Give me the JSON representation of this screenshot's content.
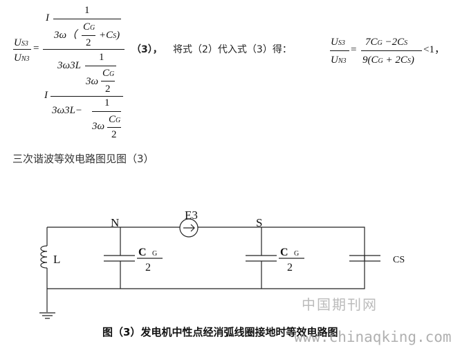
{
  "equation3": {
    "lhs_num": "U",
    "lhs_num_sub": "S3",
    "lhs_den": "U",
    "lhs_den_sub": "N3",
    "equals": "=",
    "n_I": "I",
    "n_one": "1",
    "n_3w": "3ω（",
    "n_C": "C",
    "n_Csub": "G",
    "n_two": "2",
    "n_plus": "+C",
    "n_plus_sub": "S",
    "n_close": ")",
    "d1_3w3L": "3ω3L",
    "d1_one": "1",
    "d1_3w": "3ω",
    "d1_C": "C",
    "d1_Csub": "G",
    "d1_two": "2",
    "d2_I": "I",
    "d2_3w3L": "3ω3L−",
    "d2_one": "1",
    "d2_3w": "3ω",
    "d2_C": "C",
    "d2_Csub": "G",
    "d2_two": "2"
  },
  "inline_text_bold": "（3），",
  "inline_text": "将式（2）代入式（3）得：",
  "result": {
    "lhs_num": "U",
    "lhs_num_sub": "S3",
    "lhs_den": "U",
    "lhs_den_sub": "N3",
    "equals": "=",
    "num_a": "7C",
    "num_a_sub": "G",
    "num_b": " −2C",
    "num_b_sub": "S",
    "den_a": "9(C",
    "den_a_sub": "G",
    "den_b": " + 2C",
    "den_b_sub": "S",
    "den_c": ")",
    "tail": "<1，"
  },
  "paragraph": "三次谐波等效电路图见图（3）",
  "circuit": {
    "node_n": "N",
    "node_s": "S",
    "source": "E3",
    "inductor": "L",
    "cap_c": "C",
    "cap_sub": "G",
    "cap_den": "2",
    "cs": "CS"
  },
  "watermark": "中国期刊网",
  "caption": "图（3）发电机中性点经消弧线圈接地时等效电路图",
  "watermark_url": "www.chinaqking.com"
}
